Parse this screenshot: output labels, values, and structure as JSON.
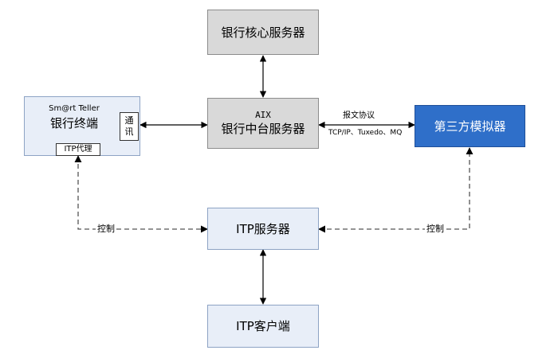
{
  "nodes": {
    "core_server": "银行核心服务器",
    "middle_server_top": "AIX",
    "middle_server": "银行中台服务器",
    "terminal_title": "Sm@rt Teller",
    "terminal": "银行终端",
    "comm": "通\n讯",
    "itp_agent": "ITP代理",
    "simulator": "第三方模拟器",
    "itp_server": "ITP服务器",
    "itp_client": "ITP客户端"
  },
  "edges": {
    "protocol_title": "报文协议",
    "protocol_detail": "TCP/IP、Tuxedo、MQ",
    "control_left": "控制",
    "control_right": "控制"
  },
  "colors": {
    "gray_box": "#d9d9d9",
    "light_box": "#e8eef8",
    "simulator_box": "#2f6fc9"
  }
}
